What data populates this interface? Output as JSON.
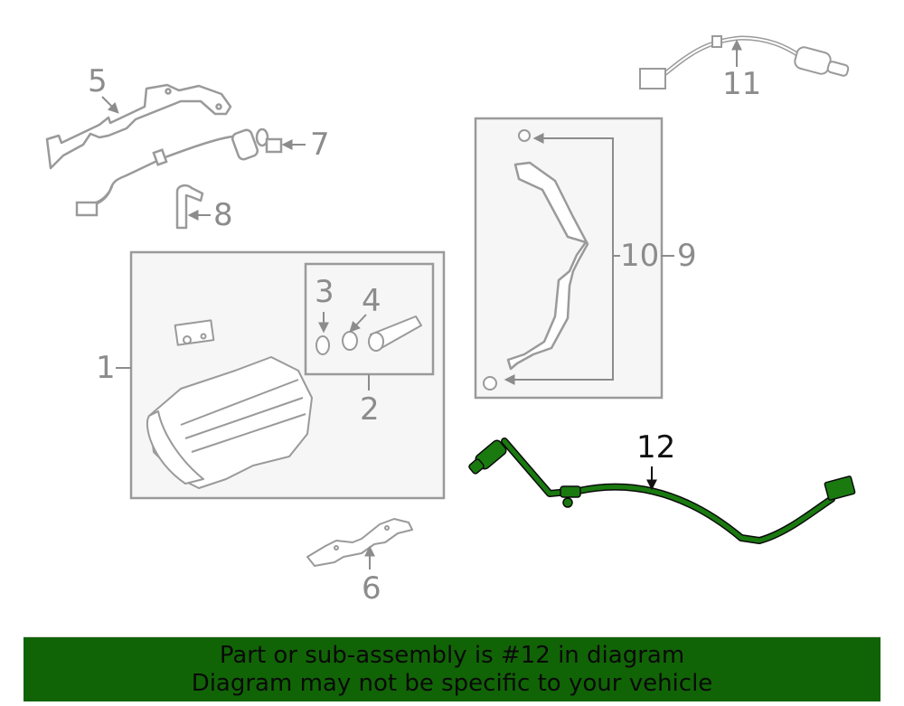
{
  "diagram": {
    "highlight_color": "#1a7a10",
    "line_color": "#9a9a9a",
    "box_fill": "#f6f6f6",
    "callouts": [
      {
        "id": "1",
        "label": "1"
      },
      {
        "id": "2",
        "label": "2"
      },
      {
        "id": "3",
        "label": "3"
      },
      {
        "id": "4",
        "label": "4"
      },
      {
        "id": "5",
        "label": "5"
      },
      {
        "id": "6",
        "label": "6"
      },
      {
        "id": "7",
        "label": "7"
      },
      {
        "id": "8",
        "label": "8"
      },
      {
        "id": "9",
        "label": "9"
      },
      {
        "id": "10",
        "label": "10"
      },
      {
        "id": "11",
        "label": "11"
      },
      {
        "id": "12",
        "label": "12"
      }
    ],
    "highlighted_part": "12"
  },
  "banner": {
    "line1": "Part or sub-assembly is #12 in diagram",
    "line2": "Diagram may not be specific to your vehicle",
    "background": "#116406"
  }
}
